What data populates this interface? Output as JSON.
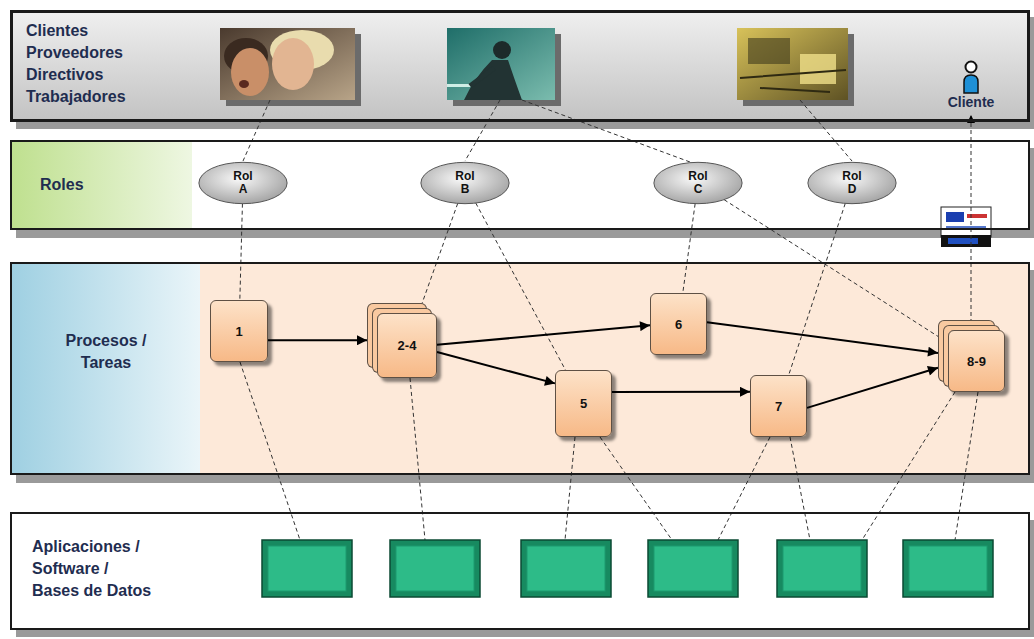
{
  "diagram": {
    "nodes": [
      {
        "text": [
          "Clientes Proveedores Directivos Trabajadores"
        ]
      },
      {
        "text": [
          "Cliente"
        ],
        "in": 0
      },
      {
        "text": [
          "Roles"
        ]
      },
      {
        "text": [
          "Rol A"
        ],
        "in": 2
      },
      {
        "text": [
          "Rol B"
        ],
        "in": 2
      },
      {
        "text": [
          "Rol C"
        ],
        "in": 2
      },
      {
        "text": [
          "Rol D"
        ],
        "in": 2
      },
      {
        "text": [
          "Procesos / Tareas"
        ]
      },
      {
        "text": [
          "1"
        ],
        "in": 7
      },
      {
        "text": [
          "2-4"
        ],
        "in": 7
      },
      {
        "text": [
          "5"
        ],
        "in": 7
      },
      {
        "text": [
          "6"
        ],
        "in": 7
      },
      {
        "text": [
          "7"
        ],
        "in": 7
      },
      {
        "text": [
          "8-9"
        ],
        "in": 7
      },
      {
        "text": [
          "Aplicaciones / Software / Bases de Datos"
        ]
      }
    ],
    "edges": [
      {
        "from": 3,
        "to": 8,
        "arrow": "none"
      },
      {
        "from": 4,
        "to": 9,
        "arrow": "none"
      },
      {
        "from": 4,
        "to": 10,
        "arrow": "none"
      },
      {
        "from": 5,
        "to": 11,
        "arrow": "none"
      },
      {
        "from": 5,
        "to": 13,
        "arrow": "none"
      },
      {
        "from": 6,
        "to": 12,
        "arrow": "none"
      },
      {
        "from": 8,
        "to": 9,
        "arrow": "to"
      },
      {
        "from": 9,
        "to": 11,
        "arrow": "to"
      },
      {
        "from": 9,
        "to": 10,
        "arrow": "to"
      },
      {
        "from": 10,
        "to": 12,
        "arrow": "to"
      },
      {
        "from": 11,
        "to": 13,
        "arrow": "to"
      },
      {
        "from": 12,
        "to": 13,
        "arrow": "to"
      },
      {
        "from": 13,
        "to": 1,
        "arrow": "to"
      }
    ]
  }
}
